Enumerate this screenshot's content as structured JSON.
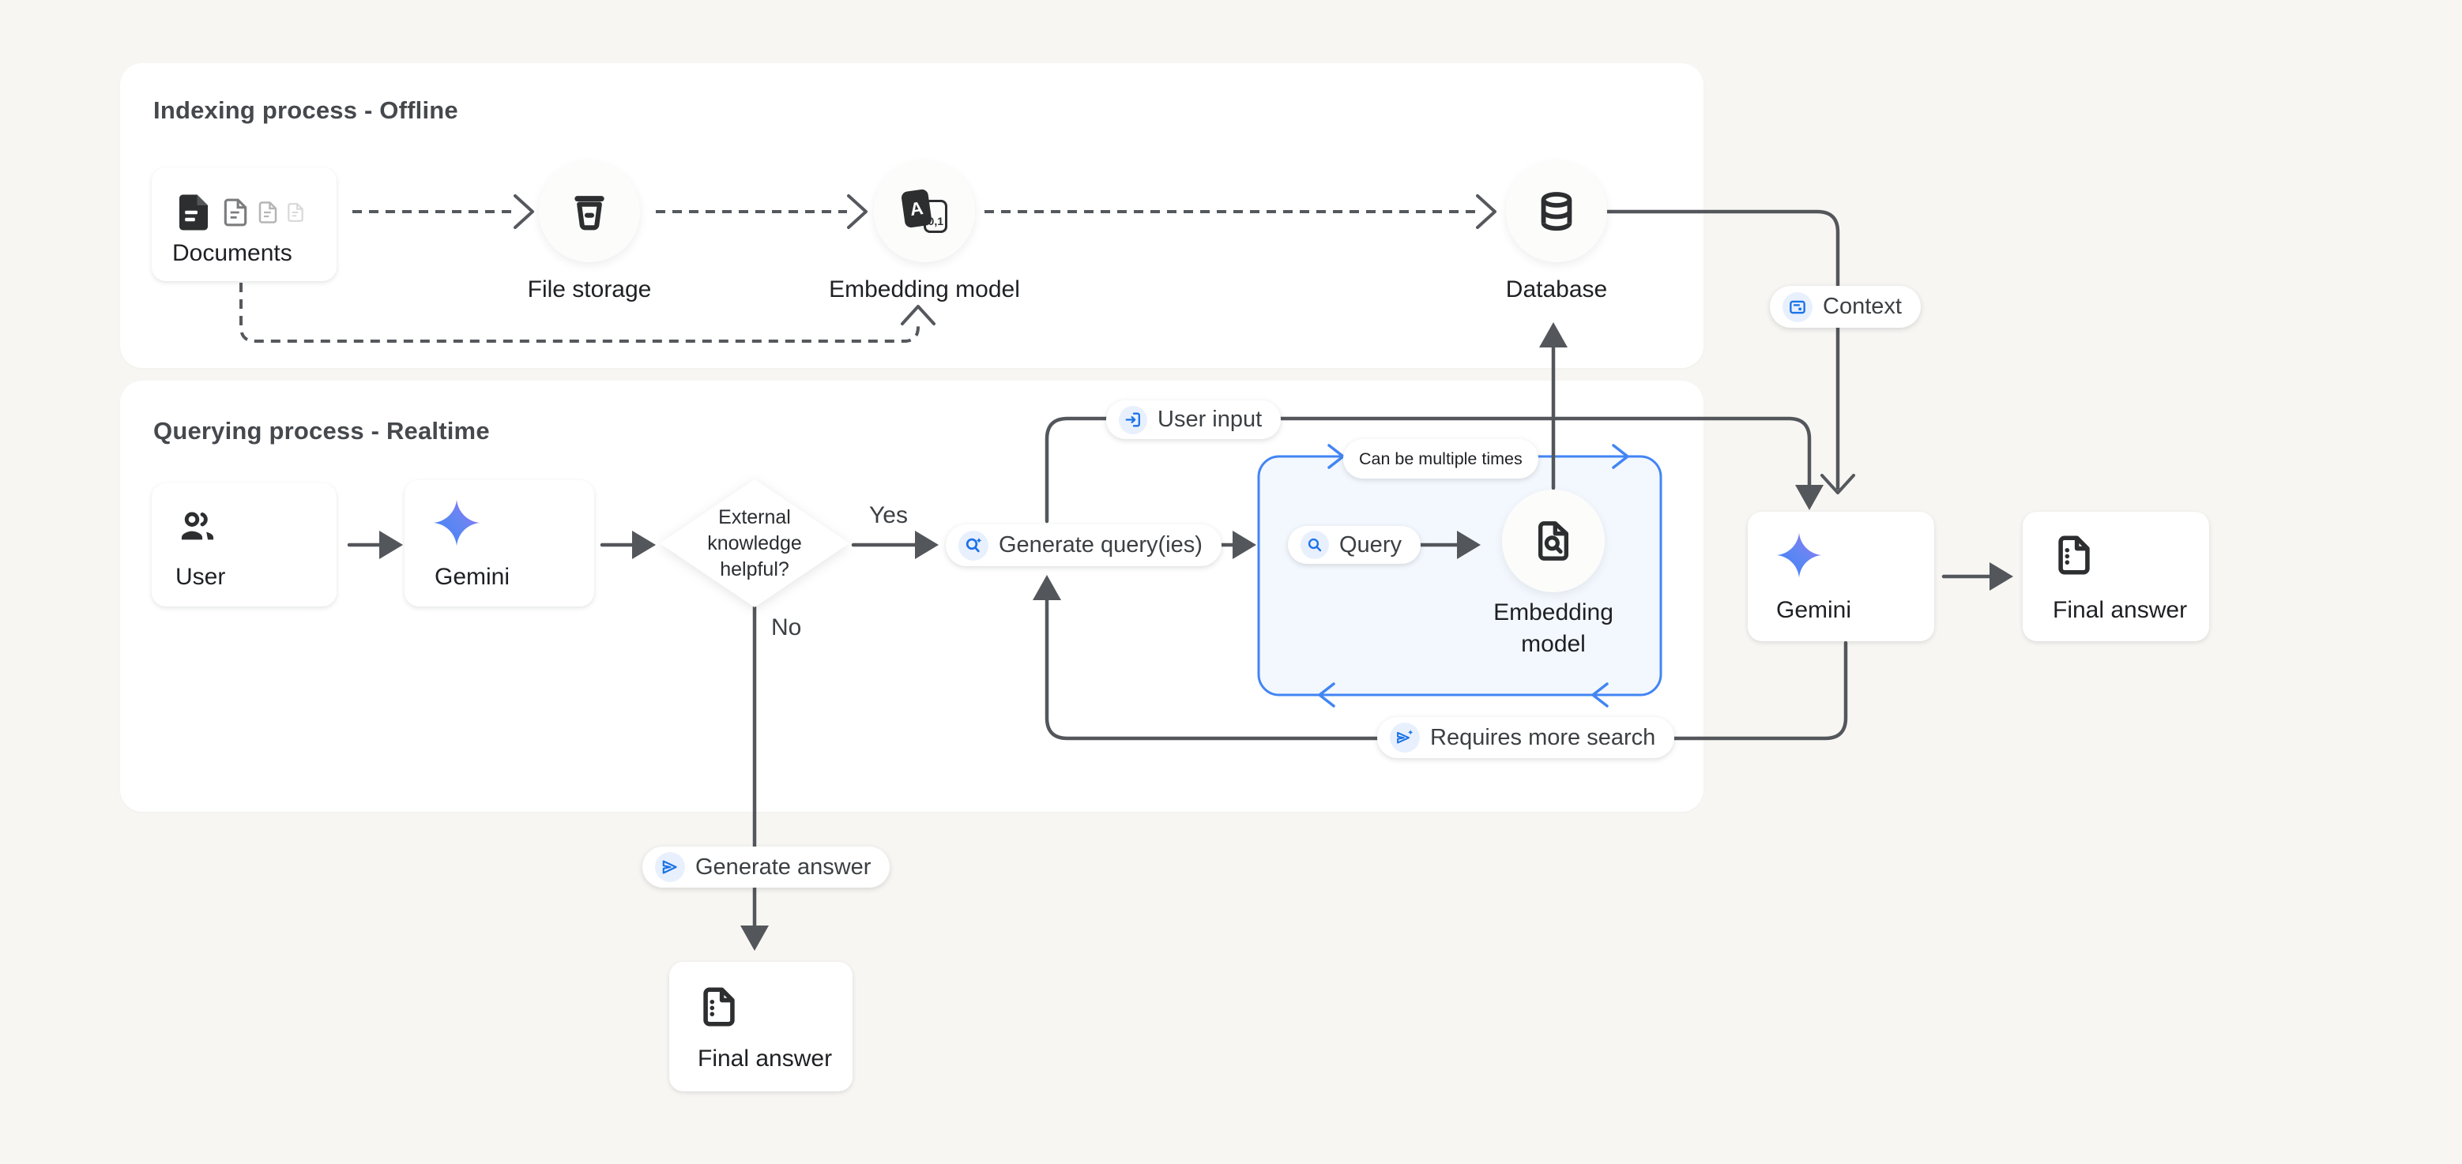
{
  "page": {
    "background": "#f7f6f3"
  },
  "colors": {
    "accent_blue": "#4285f4",
    "icon_blue": "#1a73e8",
    "line_gray": "#53565a",
    "container_fill": "#f3f8fe",
    "icon_chip_blue": "#e8f0fe"
  },
  "indexing": {
    "title": "Indexing process - Offline",
    "documents": {
      "label": "Documents"
    },
    "file_storage": {
      "label": "File storage"
    },
    "embedding_model": {
      "label": "Embedding model"
    },
    "database": {
      "label": "Database"
    }
  },
  "context": {
    "label": "Context"
  },
  "querying": {
    "title": "Querying process - Realtime",
    "user": {
      "label": "User"
    },
    "gemini": {
      "label": "Gemini"
    },
    "decision": {
      "text": "External\nknowledge\nhelpful?",
      "yes": "Yes",
      "no": "No"
    },
    "user_input": {
      "label": "User input"
    },
    "generate_queries": {
      "label": "Generate query(ies)"
    },
    "loop": {
      "note": "Can be multiple times"
    },
    "query": {
      "label": "Query"
    },
    "embedding_model": {
      "label": "Embedding model"
    },
    "requires_more_search": {
      "label": "Requires more search"
    },
    "gemini_synthesis": {
      "label": "Gemini"
    },
    "final_answer": {
      "label": "Final answer"
    },
    "generate_answer": {
      "label": "Generate answer"
    },
    "final_answer_direct": {
      "label": "Final answer"
    }
  }
}
